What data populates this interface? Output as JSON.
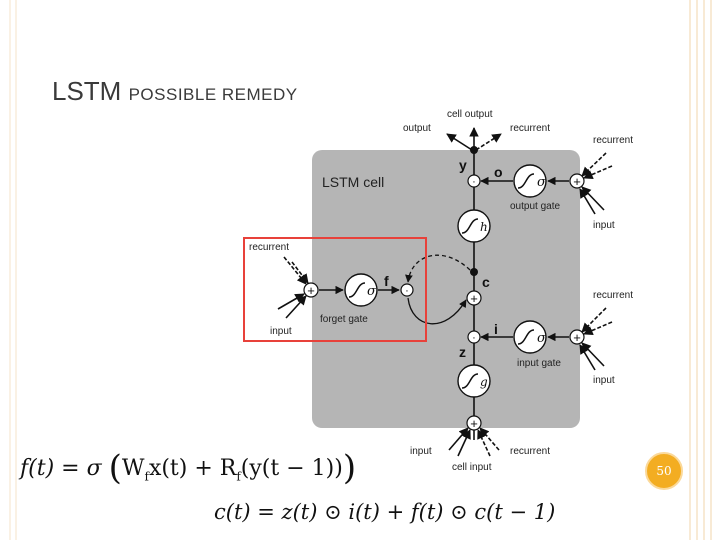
{
  "slide": {
    "title_main": "LSTM ",
    "title_rest": "POSSIBLE REMEDY",
    "page_number": "50"
  },
  "diagram": {
    "cell_title": "LSTM cell",
    "labels": {
      "cell_output": "cell output",
      "output": "output",
      "recurrent": "recurrent",
      "input": "input",
      "output_gate": "output gate",
      "forget_gate": "forget gate",
      "input_gate": "input gate",
      "cell_input": "cell input"
    },
    "symbols": {
      "y": "y",
      "o": "o",
      "c": "c",
      "f": "f",
      "i": "i",
      "z": "z",
      "dot": "·",
      "plus": "+",
      "sigma": "σ",
      "h": "h",
      "g": "g"
    },
    "highlight_color": "#e8413a",
    "cell_color": "#b5b5b5"
  },
  "equations": {
    "eq1_lhs": "f(t) = σ",
    "eq1_open": "(",
    "eq1_w": "W",
    "eq1_w_sub": "f",
    "eq1_mid": "x(t) + R",
    "eq1_r_sub": "f",
    "eq1_inner": "(y(t − 1))",
    "eq1_close": ")",
    "eq2": "c(t) = z(t) ⊙ i(t) + f(t) ⊙ c(t − 1)"
  }
}
